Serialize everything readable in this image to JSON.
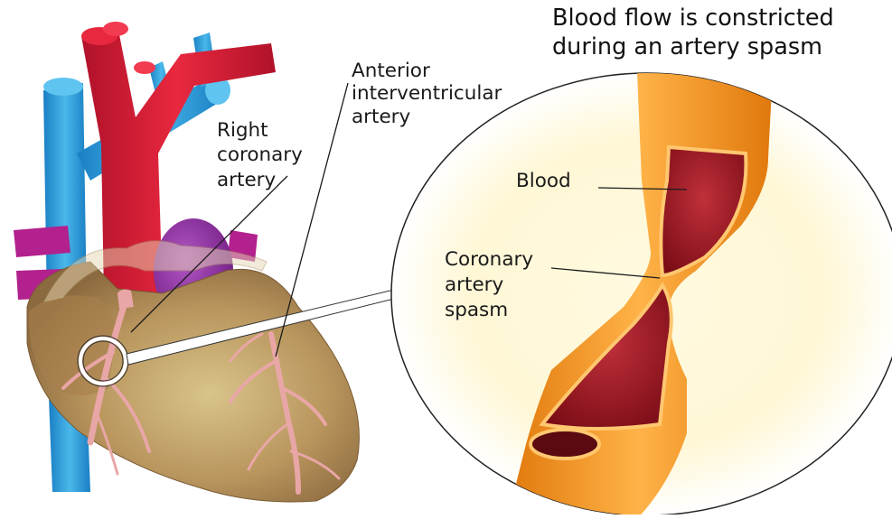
{
  "title": {
    "line1": "Blood flow is constricted",
    "line2": "during an artery spasm"
  },
  "labels": {
    "right_coronary_artery": [
      "Right",
      "coronary",
      "artery"
    ],
    "anterior_interventricular_artery": [
      "Anterior",
      "interventricular",
      "artery"
    ],
    "blood": "Blood",
    "coronary_artery_spasm": [
      "Coronary",
      "artery",
      "spasm"
    ]
  },
  "colors": {
    "aorta": "#d91e35",
    "vena_cava": "#2a9fd8",
    "pulmonary": "#8a2a9b",
    "heart_muscle": "#b99a62",
    "coronary_vessels": "#e9a6a6",
    "artery_wall": "#f59a1e",
    "blood": "#9c1620"
  }
}
